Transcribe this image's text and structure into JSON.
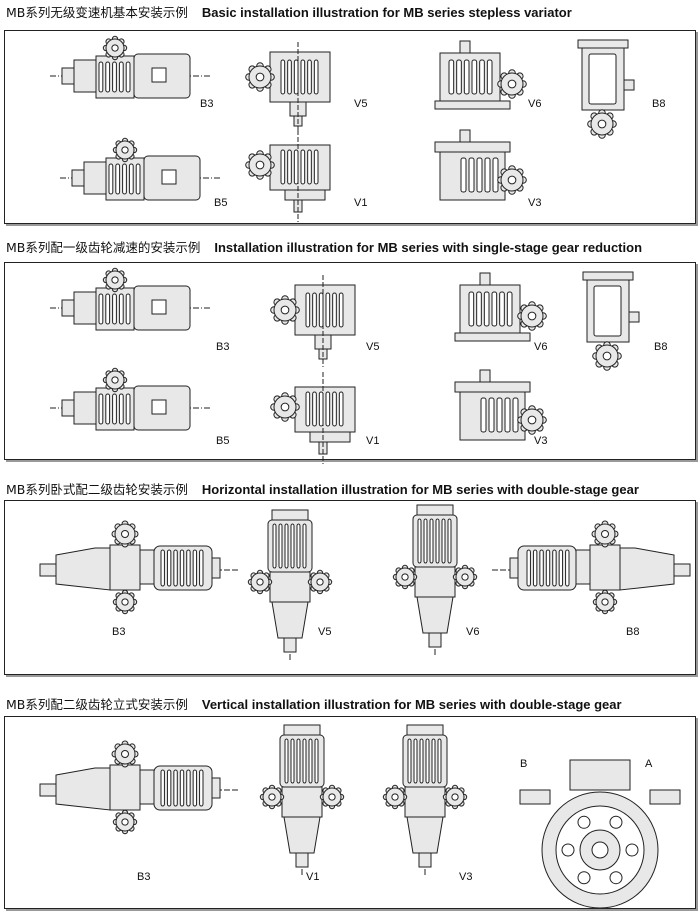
{
  "sections": [
    {
      "cn": "MB系列无级变速机基本安装示例",
      "en": "Basic installation illustration for MB series stepless variator",
      "labels": [
        "B3",
        "V5",
        "V6",
        "B8",
        "B5",
        "V1",
        "V3"
      ]
    },
    {
      "cn": "MB系列配一级齿轮减速的安装示例",
      "en": "Installation illustration for MB series with single-stage gear reduction",
      "labels": [
        "B3",
        "V5",
        "V6",
        "B8",
        "B5",
        "V1",
        "V3"
      ]
    },
    {
      "cn": "MB系列卧式配二级齿轮安装示例",
      "en": "Horizontal installation illustration for MB series with double-stage gear",
      "labels": [
        "B3",
        "V5",
        "V6",
        "B8"
      ]
    },
    {
      "cn": "MB系列配二级齿轮立式安装示例",
      "en": "Vertical installation illustration for MB series with double-stage gear",
      "labels": [
        "B3",
        "V1",
        "V3",
        "B",
        "A"
      ]
    }
  ]
}
